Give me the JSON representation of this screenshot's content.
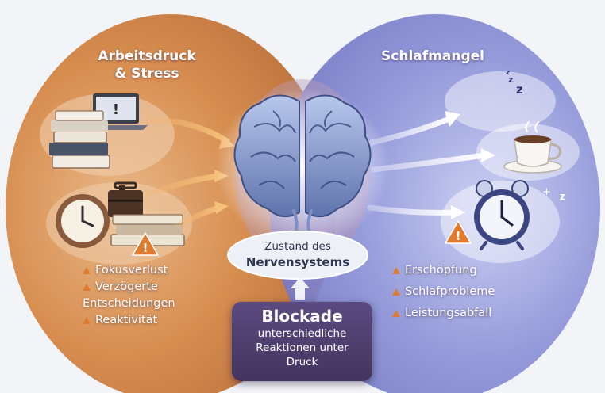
{
  "left": {
    "title_line1": "Arbeitsdruck",
    "title_line2": "& Stress",
    "items": [
      "Fokusverlust",
      "Verzögerte",
      "Entscheidungen",
      "Reaktivität"
    ]
  },
  "right": {
    "title": "Schlafmangel",
    "items": [
      "Erschöpfung",
      "Schlafprobleme",
      "Leistungsabfall"
    ]
  },
  "center": {
    "state_line1": "Zustand des",
    "state_line2": "Nervensystems"
  },
  "blockade": {
    "title": "Blockade",
    "line1": "unterschiedliche",
    "line2": "Reaktionen unter",
    "line3": "Druck"
  },
  "icons": {
    "laptop": "laptop-icon",
    "books": "books-icon",
    "clock": "wall-clock-icon",
    "briefcase": "briefcase-icon",
    "warning": "warning-icon",
    "brain": "brain-icon",
    "moon": "moon-icon",
    "coffee": "coffee-cup-icon",
    "alarm": "alarm-clock-icon"
  },
  "colors": {
    "stress_side": "#d98a48",
    "sleep_side": "#8a8fd6",
    "warning": "#e07a2e",
    "blockade_box": "#4e3f6f"
  }
}
